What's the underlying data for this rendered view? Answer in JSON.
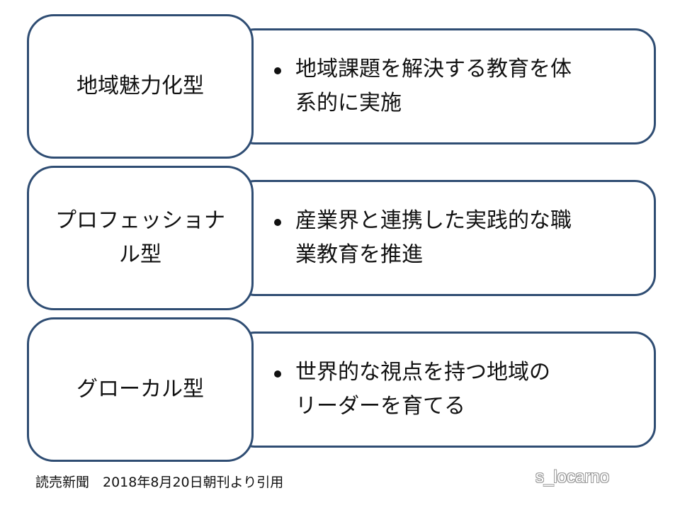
{
  "rows": [
    {
      "label_lines": [
        "地域魅力化型"
      ],
      "description_lines": [
        "地域課題を解決する教育を体",
        "系的に実施"
      ]
    },
    {
      "label_lines": [
        "プロフェッショナ",
        "ル型"
      ],
      "description_lines": [
        "産業界と連携した実践的な職",
        "業教育を推進"
      ]
    },
    {
      "label_lines": [
        "グローカル型"
      ],
      "description_lines": [
        "世界的な視点を持つ地域の",
        "リーダーを育てる"
      ]
    }
  ],
  "source": "読売新聞　2018年8月20日朝刊より引用",
  "watermark": "s_locarno",
  "colors": {
    "border": "#2f4d73",
    "text": "#111111"
  }
}
